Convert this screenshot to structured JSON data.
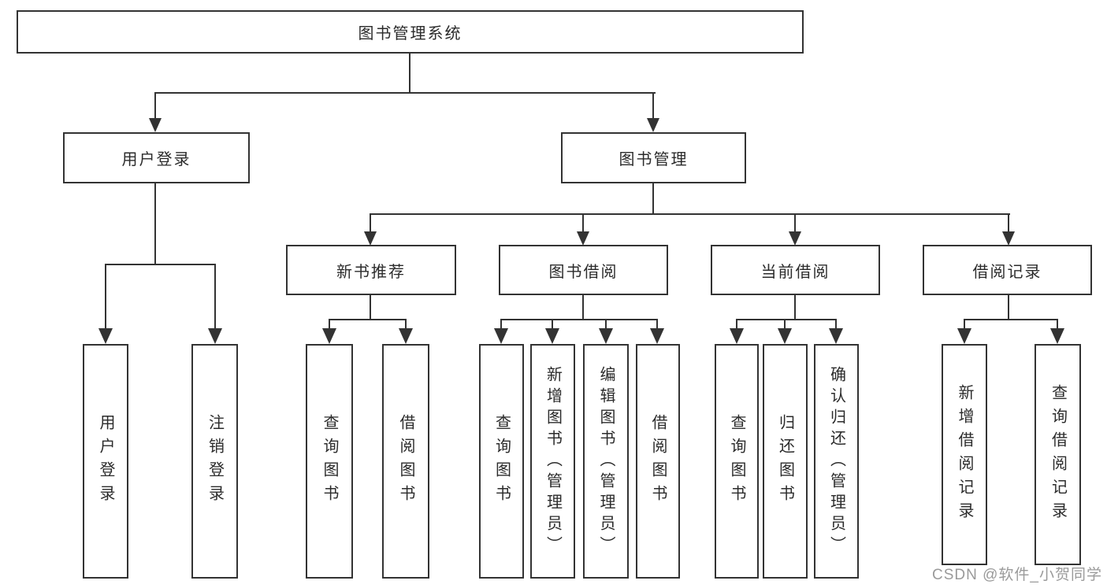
{
  "diagram_type": "hierarchy-tree",
  "tree": {
    "label": "图书管理系统",
    "children": [
      {
        "label": "用户登录",
        "children": [
          {
            "label": "用户登录"
          },
          {
            "label": "注销登录"
          }
        ]
      },
      {
        "label": "图书管理",
        "children": [
          {
            "label": "新书推荐",
            "children": [
              {
                "label": "查询图书"
              },
              {
                "label": "借阅图书"
              }
            ]
          },
          {
            "label": "图书借阅",
            "children": [
              {
                "label": "查询图书"
              },
              {
                "label": "新增图书（管理员）"
              },
              {
                "label": "编辑图书（管理员）"
              },
              {
                "label": "借阅图书"
              }
            ]
          },
          {
            "label": "当前借阅",
            "children": [
              {
                "label": "查询图书"
              },
              {
                "label": "归还图书"
              },
              {
                "label": "确认归还（管理员）"
              }
            ]
          },
          {
            "label": "借阅记录",
            "children": [
              {
                "label": "新增借阅记录"
              },
              {
                "label": "查询借阅记录"
              }
            ]
          }
        ]
      }
    ]
  },
  "watermark": {
    "text": "CSDN @软件_小贺同学"
  },
  "colors": {
    "line": "#333333",
    "box_border": "#333333",
    "text": "#2b2b2b",
    "background": "#ffffff",
    "watermark": "#9a9a9a"
  }
}
